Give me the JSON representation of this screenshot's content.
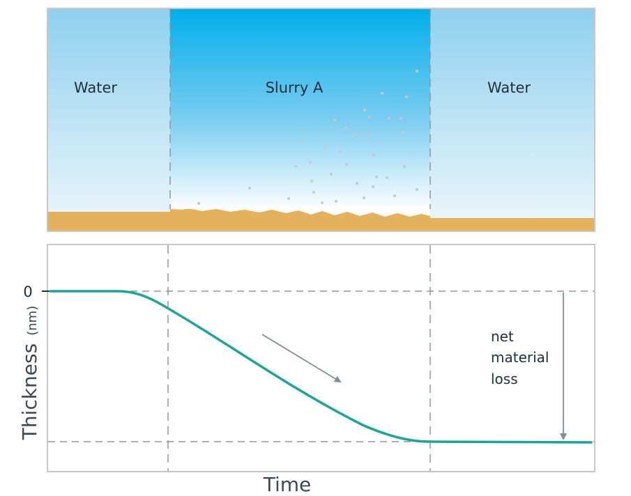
{
  "top_panel": {
    "regions": [
      {
        "label": "Water"
      },
      {
        "label": "Slurry A"
      },
      {
        "label": "Water"
      }
    ]
  },
  "bottom_panel": {
    "y_axis_title": "Thickness",
    "y_axis_unit": "(nm)",
    "x_axis_title": "Time",
    "y_tick_zero": "0",
    "annotation_lines": [
      "net",
      "material",
      "loss"
    ]
  },
  "colors": {
    "water_top": "#8fd0ee",
    "water_bottom": "#e9f5fb",
    "slurry_top": "#00aeea",
    "slurry_bottom": "#ffffff",
    "substrate": "#e4b25c",
    "curve": "#1aa59b",
    "arrow": "#7f8c99",
    "frame": "#c7c7c7",
    "dashed_line": "#8a97a3"
  }
}
